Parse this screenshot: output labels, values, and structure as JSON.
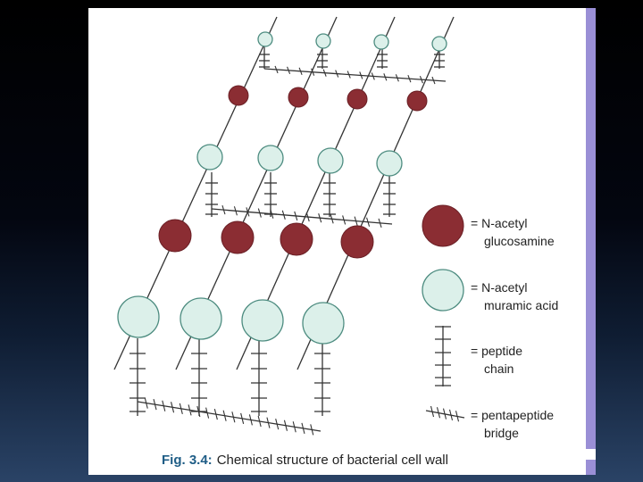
{
  "figure": {
    "caption_label": "Fig. 3.4:",
    "caption_text": "Chemical structure of bacterial cell wall"
  },
  "legend": [
    {
      "symbol": "dark-red-circle-icon",
      "eq": "=",
      "line1": "N-acetyl",
      "line2": "glucosamine"
    },
    {
      "symbol": "pale-teal-circle-icon",
      "eq": "=",
      "line1": "N-acetyl",
      "line2": "muramic acid"
    },
    {
      "symbol": "peptide-chain-icon",
      "eq": "=",
      "line1": "peptide",
      "line2": "chain"
    },
    {
      "symbol": "pentapeptide-bridge-icon",
      "eq": "=",
      "line1": "pentapeptide",
      "line2": "bridge"
    }
  ],
  "colors": {
    "nag": "#8b2d33",
    "nam_fill": "#dcf0ea",
    "nam_stroke": "#4d8c80",
    "line": "#333333",
    "caption_label": "#1f5d86",
    "edge_strip": "#9a8fd6"
  }
}
